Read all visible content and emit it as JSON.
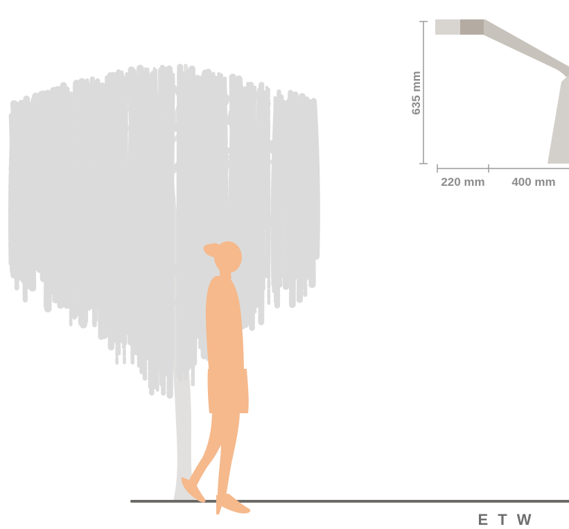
{
  "dimensions": {
    "height_label": "635 mm",
    "left_width_label": "220 mm",
    "right_width_label": "400 mm"
  },
  "brand": "E T W",
  "colors": {
    "tree": "#dcdbdb",
    "trunk": "#e1e0df",
    "person": "#f5b98c",
    "ground": "#6b6a66",
    "fixture_light": "#d3d0cb",
    "fixture_dark": "#bdb6ad",
    "dimension_line": "#9a9a9a"
  },
  "icons": {
    "tree": "weeping-willow-silhouette",
    "person": "walking-woman-silhouette",
    "fixture": "street-light-head-profile"
  }
}
